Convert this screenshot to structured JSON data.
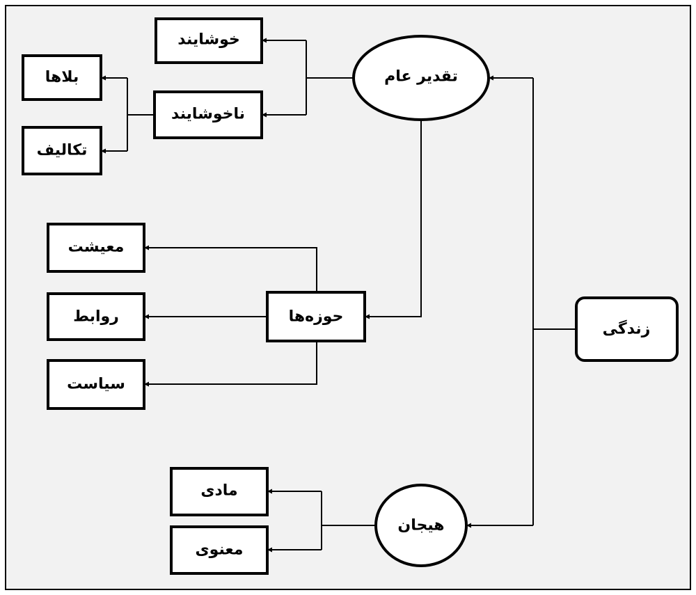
{
  "colors": {
    "background": "#f2f2f2",
    "stroke": "#000000",
    "node_fill": "#ffffff"
  },
  "nodes": {
    "life": "زندگی",
    "general_destiny": "تقدیر عام",
    "pleasant": "خوشایند",
    "unpleasant": "ناخوشایند",
    "calamities": "بلاها",
    "duties": "تکالیف",
    "domains": "حوزه‌ها",
    "livelihood": "معیشت",
    "relations": "روابط",
    "politics": "سیاست",
    "emotion": "هیجان",
    "material": "مادی",
    "spiritual": "معنوی"
  }
}
